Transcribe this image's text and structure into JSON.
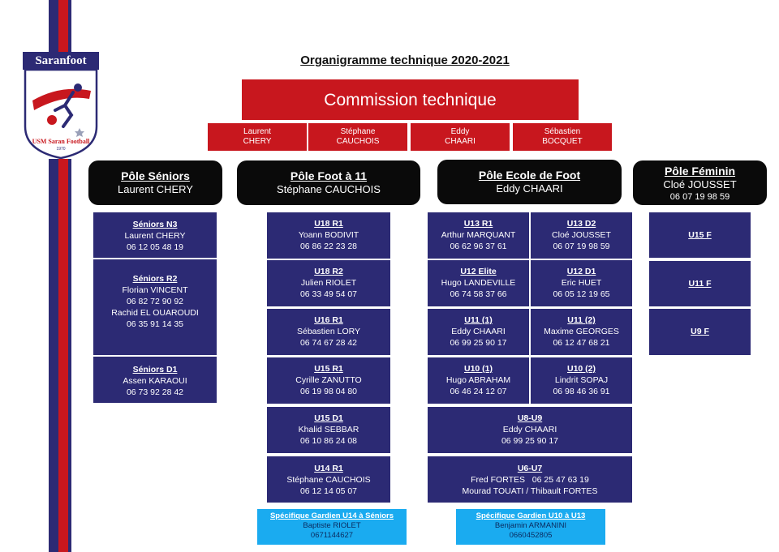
{
  "logo": {
    "name": "Saranfoot",
    "subtitle": "USM Saran Football",
    "year": "1970"
  },
  "title": "Organigramme technique 2020-2021",
  "commission": {
    "title": "Commission technique",
    "members": [
      {
        "first": "Laurent",
        "last": "CHERY"
      },
      {
        "first": "Stéphane",
        "last": "CAUCHOIS"
      },
      {
        "first": "Eddy",
        "last": "CHAARI"
      },
      {
        "first": "Sébastien",
        "last": "BOCQUET"
      }
    ]
  },
  "poles": {
    "seniors": {
      "name": "Pôle Séniors",
      "person": "Laurent CHERY"
    },
    "foot11": {
      "name": "Pôle Foot à 11",
      "person": "Stéphane CAUCHOIS"
    },
    "ecole": {
      "name": "Pôle Ecole de Foot",
      "person": "Eddy CHAARI"
    },
    "feminin": {
      "name": "Pôle Féminin",
      "person": "Cloé JOUSSET",
      "phone": "06 07 19 98 59"
    }
  },
  "seniors_teams": [
    {
      "team": "Séniors N3",
      "lines": [
        "Laurent CHERY",
        "06 12 05 48 19"
      ]
    },
    {
      "team": "Séniors R2",
      "lines": [
        "Florian VINCENT",
        "06 82 72 90 92",
        "Rachid EL OUAROUDI",
        "06 35 91 14 35"
      ]
    },
    {
      "team": "Séniors D1",
      "lines": [
        "Assen KARAOUI",
        "06 73 92 28 42"
      ]
    }
  ],
  "foot11_teams": [
    {
      "team": "U18 R1",
      "lines": [
        "Yoann BODIVIT",
        "06 86 22 23 28"
      ]
    },
    {
      "team": "U18 R2",
      "lines": [
        "Julien RIOLET",
        "06 33 49 54 07"
      ]
    },
    {
      "team": "U16 R1",
      "lines": [
        "Sébastien LORY",
        "06 74 67 28 42"
      ]
    },
    {
      "team": "U15 R1",
      "lines": [
        "Cyrille ZANUTTO",
        "06 19 98 04 80"
      ]
    },
    {
      "team": "U15 D1",
      "lines": [
        "Khalid SEBBAR",
        "06 10 86 24 08"
      ]
    },
    {
      "team": "U14 R1",
      "lines": [
        "Stéphane CAUCHOIS",
        "06 12 14 05 07"
      ]
    }
  ],
  "ecole_teams": [
    {
      "team": "U13 R1",
      "lines": [
        "Arthur MARQUANT",
        "06 62 96 37 61"
      ]
    },
    {
      "team": "U13 D2",
      "lines": [
        "Cloé JOUSSET",
        "06 07 19 98 59"
      ]
    },
    {
      "team": "U12 Elite",
      "lines": [
        "Hugo LANDEVILLE",
        "06 74 58 37 66"
      ]
    },
    {
      "team": "U12 D1",
      "lines": [
        "Eric HUET",
        "06 05 12 19 65"
      ]
    },
    {
      "team": "U11 (1)",
      "lines": [
        "Eddy CHAARI",
        "06 99 25 90 17"
      ]
    },
    {
      "team": "U11 (2)",
      "lines": [
        "Maxime GEORGES",
        "06 12 47 68 21"
      ]
    },
    {
      "team": "U10 (1)",
      "lines": [
        "Hugo ABRAHAM",
        "06 46 24 12 07"
      ]
    },
    {
      "team": "U10 (2)",
      "lines": [
        "Lindrit SOPAJ",
        "06 98 46 36 91"
      ]
    },
    {
      "team": "U8-U9",
      "lines": [
        "Eddy CHAARI",
        "06 99 25 90 17"
      ]
    },
    {
      "team": "U6-U7",
      "lines": [
        "Fred FORTES   06 25 47 63 19",
        "Mourad TOUATI / Thibault FORTES"
      ]
    }
  ],
  "feminin_teams": [
    {
      "team": "U15 F"
    },
    {
      "team": "U11 F"
    },
    {
      "team": "U9 F"
    }
  ],
  "gardiens": [
    {
      "title": "Spécifique Gardien U14 à Séniors",
      "name": "Baptiste RIOLET",
      "phone": "0671144627"
    },
    {
      "title": "Spécifique Gardien U10 à U13",
      "name": "Benjamin ARMANINI",
      "phone": "0660452805"
    }
  ],
  "colors": {
    "navy": "#2c2a74",
    "red": "#c8171e",
    "black": "#0a0a0a",
    "cyan": "#1aabf0"
  }
}
